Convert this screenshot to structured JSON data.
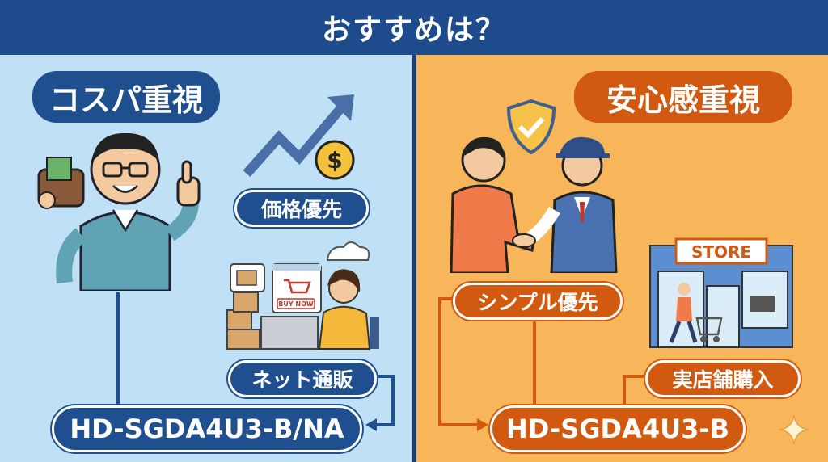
{
  "header": {
    "title": "おすすめは？"
  },
  "left": {
    "heading": "コスパ重視",
    "tag_price": "価格優先",
    "tag_online": "ネット通販",
    "buy_now": "BUY NOW",
    "product": "HD-SGDA4U3-B/NA"
  },
  "right": {
    "heading": "安心感重視",
    "tag_simple": "シンプル優先",
    "tag_store": "実店舗購入",
    "store_sign": "STORE",
    "product": "HD-SGDA4U3-B"
  },
  "colors": {
    "header": "#1d4b8c",
    "left_bg": "#bfe0f5",
    "right_bg": "#f7b65a",
    "blue_pill": "#1f4f8f",
    "orange_pill": "#d25a10"
  },
  "icons": [
    "dollar-coin-icon",
    "rising-arrow-icon",
    "shield-check-icon",
    "shopping-cart-icon",
    "cloud-icon",
    "sparkle-icon"
  ]
}
